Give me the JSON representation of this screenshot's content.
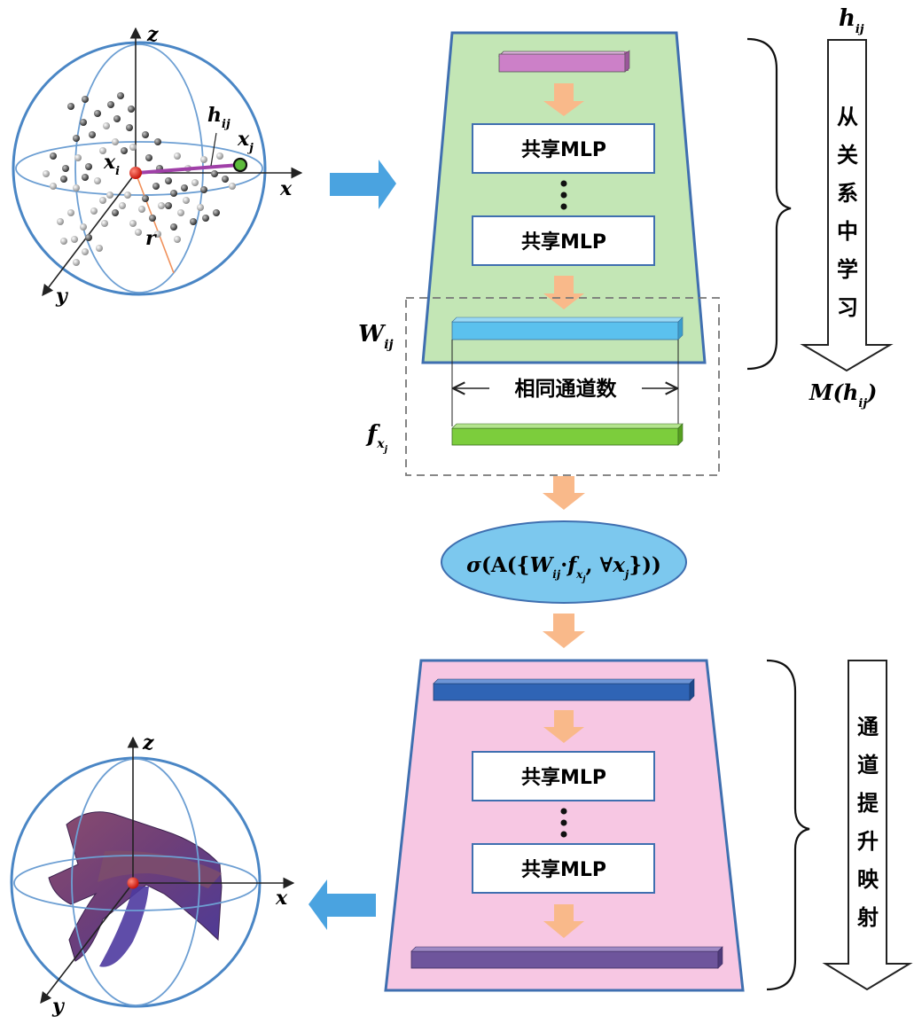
{
  "top_sphere": {
    "axis_x": "x",
    "axis_y": "y",
    "axis_z": "z",
    "label_xi_base": "x",
    "label_xi_sub": "i",
    "label_xj_base": "x",
    "label_xj_sub": "j",
    "label_hij_base": "h",
    "label_hij_sub": "ij",
    "label_r": "r"
  },
  "encoder": {
    "mlp1": "共享MLP",
    "mlp2": "共享MLP",
    "w_label_base": "W",
    "w_label_sub": "ij",
    "f_label_base": "f",
    "f_label_sub": "x",
    "f_label_subsub": "j",
    "same_channels": "相同通道数"
  },
  "right_top": {
    "hij_base": "h",
    "hij_sub": "ij",
    "chars": [
      "从",
      "关",
      "系",
      "中",
      "学",
      "习"
    ],
    "m_label_pre": "M(",
    "m_label_base": "h",
    "m_label_sub": "ij",
    "m_label_post": ")"
  },
  "aggregation": {
    "sigma": "σ",
    "open": "(A({",
    "w": "W",
    "w_sub": "ij",
    "dot": "·",
    "f": "f",
    "f_sub": "x",
    "f_subsub": "j",
    "comma": ", ∀",
    "x": "x",
    "x_sub": "j",
    "close": "}))"
  },
  "decoder": {
    "mlp1": "共享MLP",
    "mlp2": "共享MLP"
  },
  "right_bottom": {
    "chars": [
      "通",
      "道",
      "提",
      "升",
      "映",
      "射"
    ]
  },
  "bottom_sphere": {
    "axis_x": "x",
    "axis_y": "y",
    "axis_z": "z"
  },
  "colors": {
    "sphere_stroke": "#4a86c5",
    "encoder_fill": "#c3e6b5",
    "decoder_fill": "#f7c7e3",
    "trapezoid_stroke": "#3f6fb0",
    "orange_arrow": "#f9b98a",
    "blue_arrow": "#4aa3e0",
    "ellipse_fill": "#7cc8ee",
    "bar_top_violet": "#cc80c8",
    "bar_cyan": "#5bc1ee",
    "bar_green": "#7ccd3c",
    "bar_blue": "#2f64b5",
    "bar_purple": "#6e559c",
    "surface_purple": "#6b3f7a"
  }
}
